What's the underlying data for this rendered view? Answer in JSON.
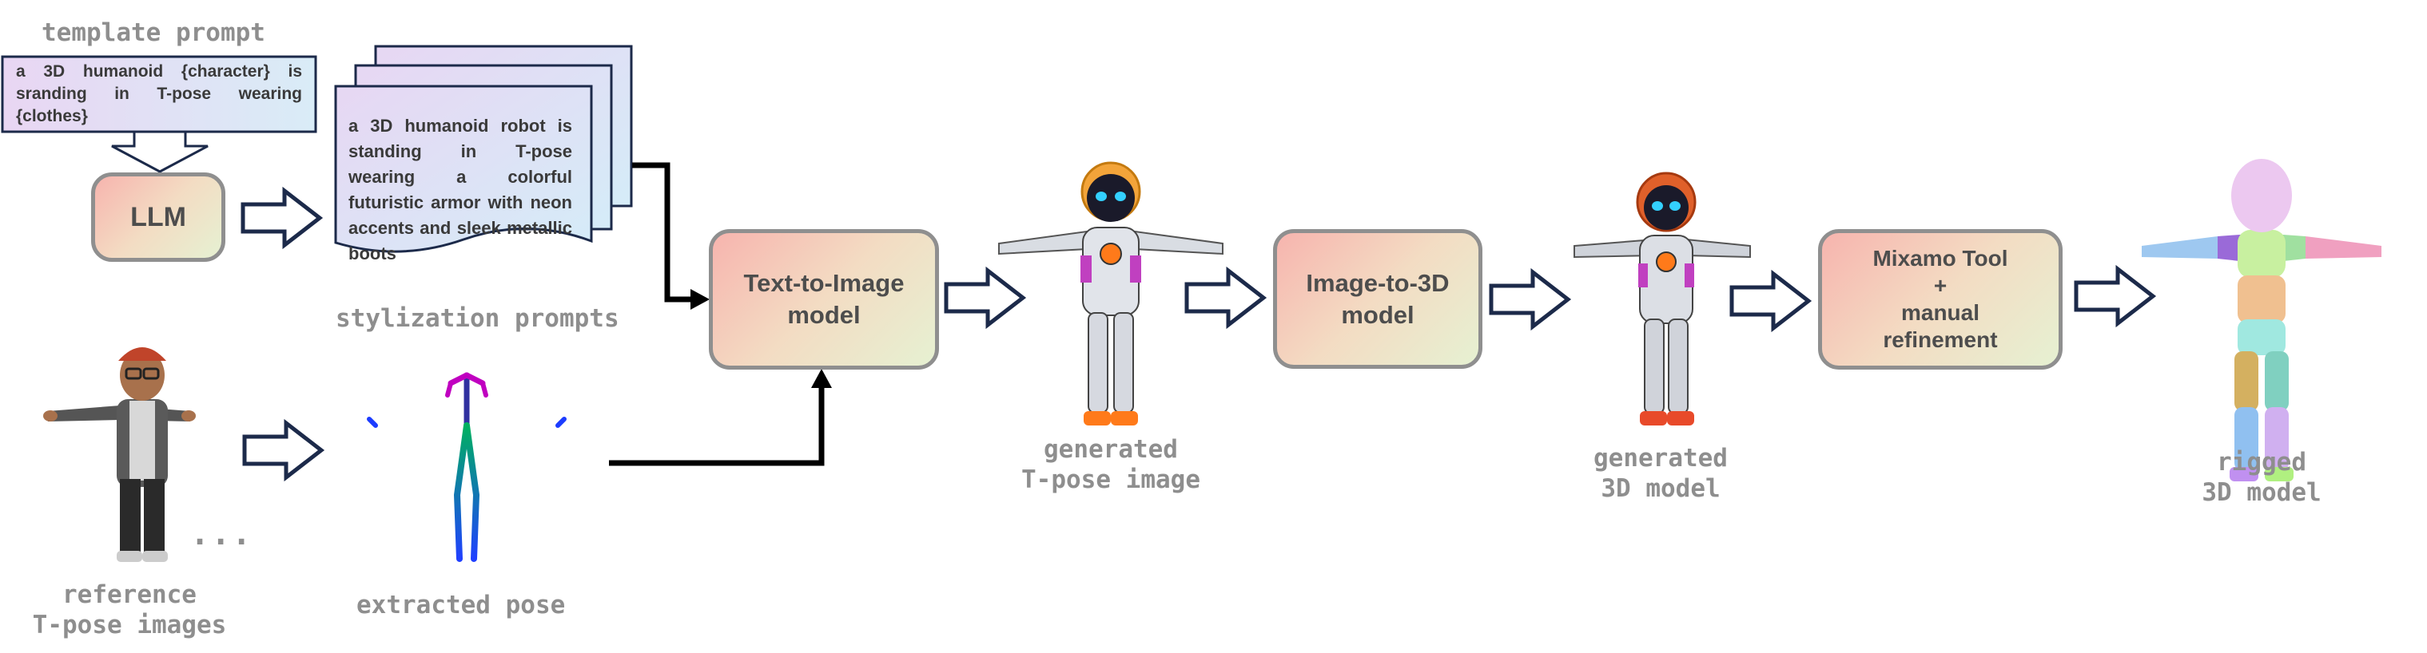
{
  "labels": {
    "template_prompt": "template prompt",
    "stylization_prompts": "stylization prompts",
    "reference_line1": "reference",
    "reference_line2": "T-pose images",
    "extracted_pose": "extracted pose",
    "generated_image_line1": "generated",
    "generated_image_line2": "T-pose image",
    "generated_model_line1": "generated",
    "generated_model_line2": "3D model",
    "rigged_line1": "rigged",
    "rigged_line2": "3D model",
    "ellipsis": "..."
  },
  "template_text": "a 3D humanoid {character} is sranding in T-pose wearing {clothes}",
  "stylized_text": "a 3D humanoid robot is standing in T-pose wearing a colorful futuristic armor with neon accents and sleek metallic boots",
  "boxes": {
    "llm": "LLM",
    "t2i_line1": "Text-to-Image",
    "t2i_line2": "model",
    "i23d_line1": "Image-to-3D",
    "i23d_line2": "model",
    "mixamo_line1": "Mixamo Tool",
    "mixamo_line2": "+",
    "mixamo_line3": "manual",
    "mixamo_line4": "refinement"
  },
  "colors": {
    "arrow_outline": "#1c2a4a",
    "box_border": "#8f8f8f",
    "label_gray": "#8e8e8e"
  }
}
